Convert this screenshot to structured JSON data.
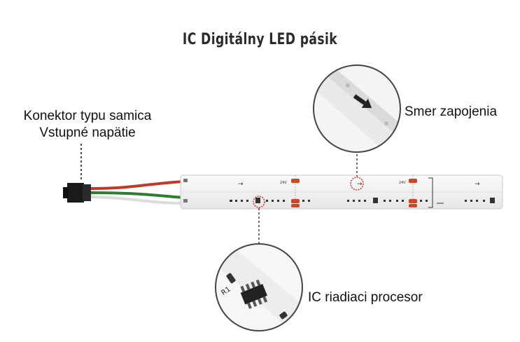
{
  "title": "IC Digitálny LED pásik",
  "labels": {
    "connector_line1": "Konektor typu samica",
    "connector_line2": "Vstupné napätie",
    "direction": "Smer zapojenia",
    "ic": "IC riadiaci procesor"
  },
  "strip_markings": {
    "voltage_a": "24V",
    "voltage_b": "24V",
    "chip_label": "R1"
  },
  "colors": {
    "wire_red": "#c0392b",
    "wire_green": "#2e7d32",
    "wire_white": "#e8e8e8",
    "strip_base": "#f3f3f3",
    "strip_edge": "#c8c8c8",
    "highlight": "#c0392b",
    "pad_copper": "#d0451f",
    "chip": "#222222"
  }
}
